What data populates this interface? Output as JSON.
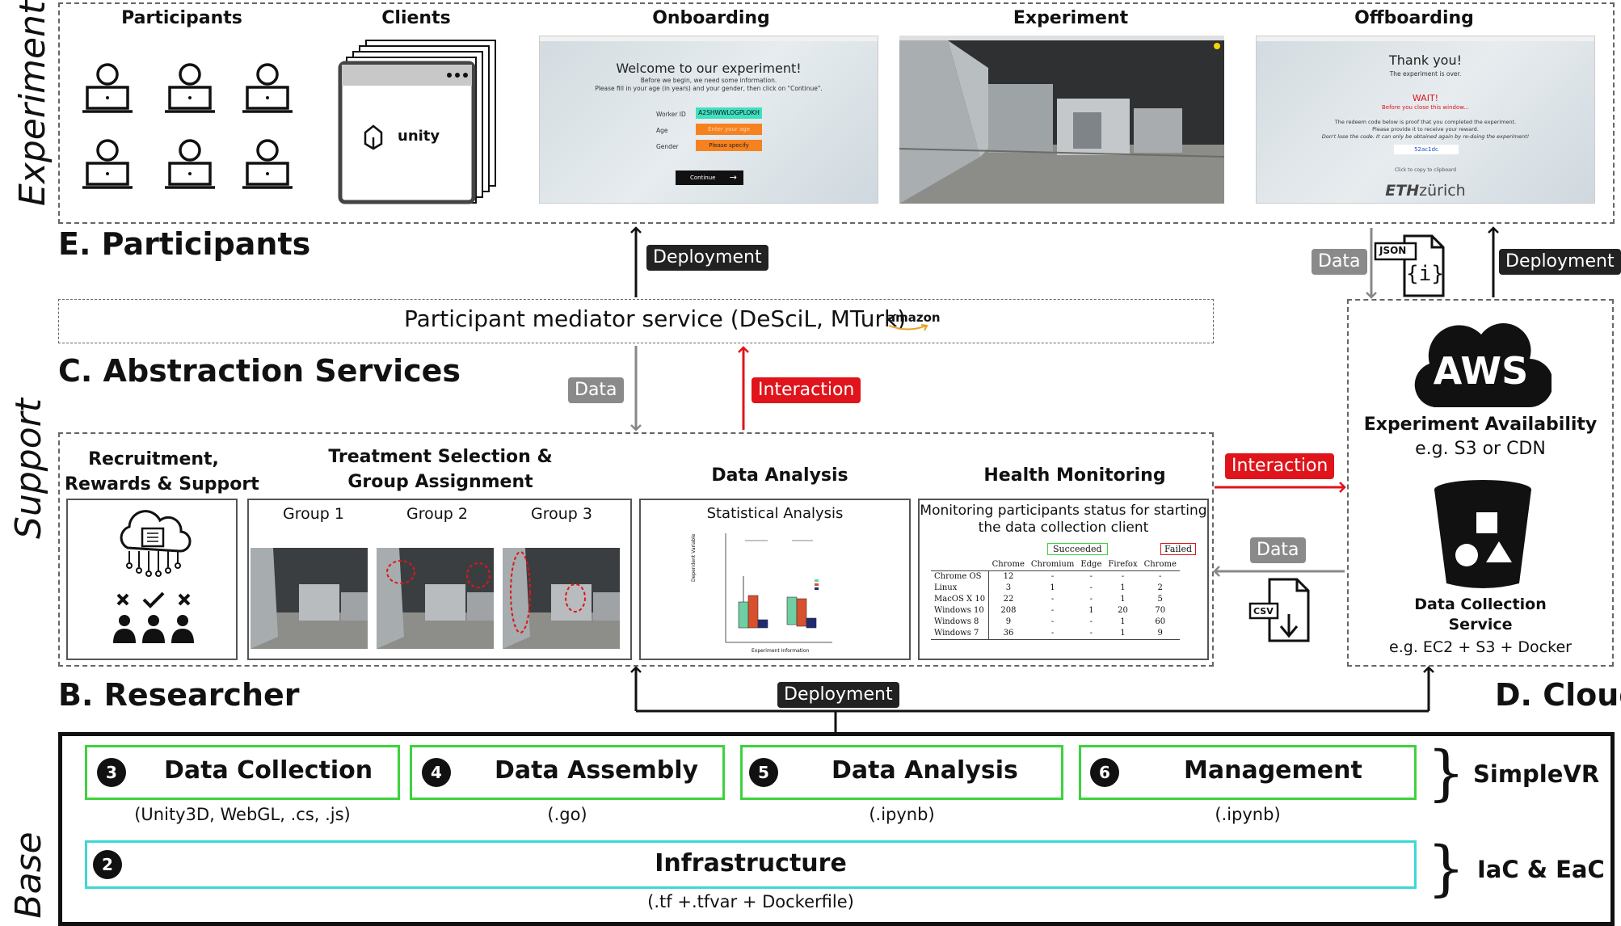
{
  "layers": {
    "experiment": "Experiment",
    "support": "Support",
    "base": "Base"
  },
  "experiment_panel": {
    "participants_header": "Participants",
    "clients_header": "Clients",
    "clients_logo_text": "unity",
    "onboarding_header": "Onboarding",
    "experiment_header": "Experiment",
    "offboarding_header": "Offboarding",
    "onboarding_screen": {
      "title": "Welcome to our experiment!",
      "subtitle_1": "Before we begin, we need some information.",
      "subtitle_2": "Please fill in your age (in years) and your gender, then click on \"Continue\".",
      "worker_label": "Worker ID",
      "worker_value": "A2SHWWLOGPLOKH",
      "age_label": "Age",
      "age_value": "Enter your age",
      "gender_label": "Gender",
      "gender_value": "Please specify",
      "continue_label": "Continue"
    },
    "offboarding_screen": {
      "title": "Thank you!",
      "subtitle": "The experiment is over.",
      "wait": "WAIT!",
      "wait_sub": "Before you close this window...",
      "body_1": "The redeem code below is proof that you completed the experiment.",
      "body_2": "Please provide it to receive your reward.",
      "body_3": "Don't lose the code. It can only be obtained again by re-doing the experiment!",
      "code": "52ac1dc",
      "small": "Click to copy to clipboard",
      "eth": "ETH",
      "zurich": "zürich"
    }
  },
  "sections": {
    "participants": "E. Participants",
    "abstraction": "C. Abstraction Services",
    "researcher": "B. Researcher",
    "cloud": "D. Cloud"
  },
  "mediator": {
    "label": "Participant mediator service (DeSciL, MTurk)",
    "amazon": "amazon"
  },
  "tags": {
    "deployment_top": "Deployment",
    "data_left": "Data",
    "interaction_mid": "Interaction",
    "interaction_right": "Interaction",
    "data_right_top": "Data",
    "deployment_right": "Deployment",
    "data_right_mid": "Data",
    "deployment_bottom": "Deployment"
  },
  "file_icons": {
    "json": "JSON",
    "json_symbol": "{i}",
    "csv": "CSV"
  },
  "researcher_panel": {
    "recruitment_header_1": "Recruitment,",
    "recruitment_header_2": "Rewards & Support",
    "treatment_header_1": "Treatment Selection &",
    "treatment_header_2": "Group Assignment",
    "groups": [
      "Group 1",
      "Group 2",
      "Group 3"
    ],
    "analysis_header": "Data Analysis",
    "analysis_box_title": "Statistical Analysis",
    "analysis_ylabel": "Dependent Variable",
    "analysis_xlabel": "Experiment Information",
    "health_header": "Health Monitoring",
    "health_box_title_1": "Monitoring participants status for starting",
    "health_box_title_2": "the data collection client",
    "health_succeeded": "Succeeded",
    "health_failed": "Failed",
    "health_columns": [
      "",
      "Chrome",
      "Chromium",
      "Edge",
      "Firefox",
      "Chrome"
    ],
    "health_rows": [
      [
        "Chrome OS",
        "12",
        "-",
        "-",
        "-",
        "-"
      ],
      [
        "Linux",
        "3",
        "1",
        "-",
        "1",
        "2"
      ],
      [
        "MacOS X 10",
        "22",
        "-",
        "-",
        "1",
        "5"
      ],
      [
        "Windows 10",
        "208",
        "-",
        "1",
        "20",
        "70"
      ],
      [
        "Windows 8",
        "9",
        "-",
        "-",
        "1",
        "60"
      ],
      [
        "Windows 7",
        "36",
        "-",
        "-",
        "1",
        "9"
      ]
    ]
  },
  "cloud_panel": {
    "aws": "AWS",
    "availability_title": "Experiment Availability",
    "availability_sub": "e.g. S3 or CDN",
    "collection_title_1": "Data Collection",
    "collection_title_2": "Service",
    "collection_sub": "e.g. EC2 + S3 + Docker"
  },
  "base_panel": {
    "modules": [
      {
        "num": "3",
        "title": "Data Collection",
        "ext": "(Unity3D, WebGL, .cs, .js)"
      },
      {
        "num": "4",
        "title": "Data Assembly",
        "ext": "(.go)"
      },
      {
        "num": "5",
        "title": "Data Analysis",
        "ext": "(.ipynb)"
      },
      {
        "num": "6",
        "title": "Management",
        "ext": "(.ipynb)"
      }
    ],
    "infra": {
      "num": "2",
      "title": "Infrastructure",
      "ext": "(.tf +.tfvar + Dockerfile)"
    },
    "simplevr": "SimpleVR",
    "iac": "IaC & EaC"
  },
  "colors": {
    "green": "#3ed23e",
    "cyan": "#3fd7d7",
    "red": "#e0141b",
    "grey_tag": "#8a8a8a",
    "dark_tag": "#222222"
  }
}
